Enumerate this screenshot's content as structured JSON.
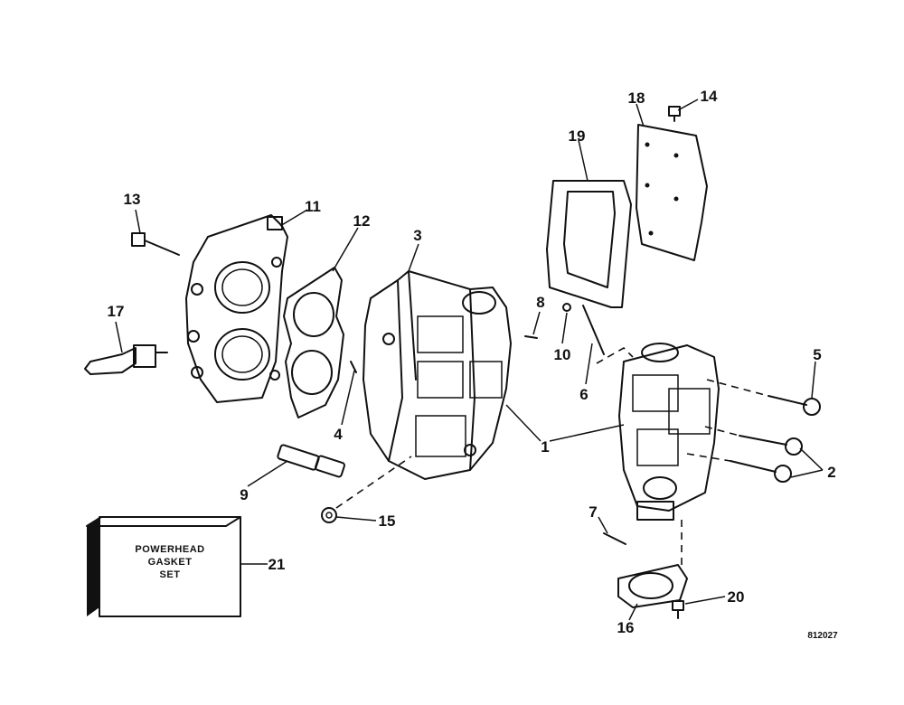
{
  "callouts": {
    "c1": "1",
    "c2": "2",
    "c3": "3",
    "c4": "4",
    "c5": "5",
    "c6": "6",
    "c7": "7",
    "c8": "8",
    "c9": "9",
    "c10": "10",
    "c11": "11",
    "c12": "12",
    "c13": "13",
    "c14": "14",
    "c15": "15",
    "c16": "16",
    "c17": "17",
    "c18": "18",
    "c19": "19",
    "c20": "20",
    "c21": "21"
  },
  "gasket_set_box": {
    "line1": "POWERHEAD",
    "line2": "GASKET",
    "line3": "SET"
  },
  "figure_code": "812027"
}
